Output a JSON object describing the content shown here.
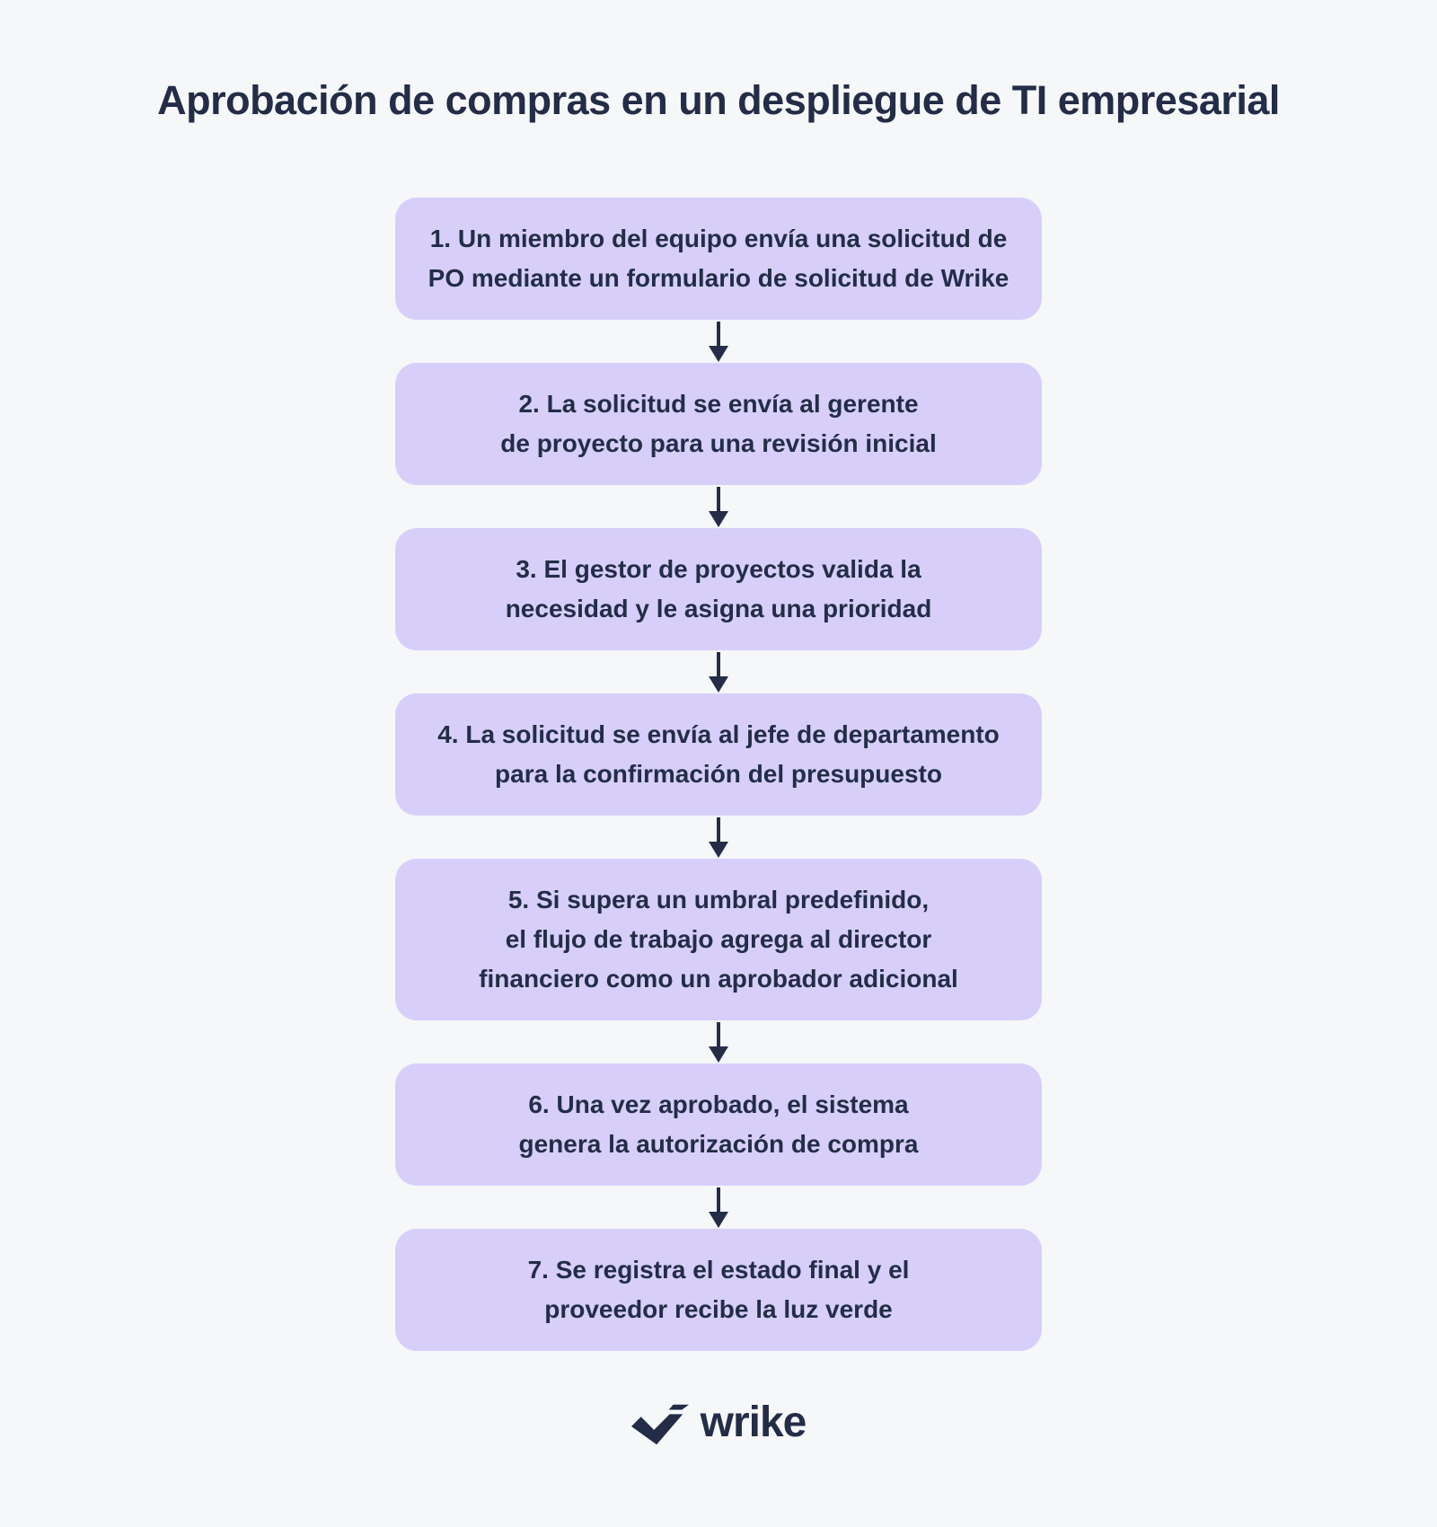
{
  "title": "Aprobación de compras en un despliegue de TI empresarial",
  "steps": [
    {
      "lines": [
        "1. Un miembro del equipo envía una solicitud de",
        "PO mediante un formulario de solicitud de Wrike"
      ]
    },
    {
      "lines": [
        "2. La solicitud se envía al gerente",
        "de proyecto para una revisión inicial"
      ]
    },
    {
      "lines": [
        "3. El gestor de proyectos valida la",
        "necesidad y le asigna una prioridad"
      ]
    },
    {
      "lines": [
        "4. La solicitud se envía al jefe de departamento",
        "para la confirmación del presupuesto"
      ]
    },
    {
      "lines": [
        "5. Si supera un umbral predefinido,",
        "el flujo de trabajo agrega al director",
        "financiero como un aprobador adicional"
      ]
    },
    {
      "lines": [
        "6. Una vez aprobado, el sistema",
        "genera la autorización de compra"
      ]
    },
    {
      "lines": [
        "7. Se registra el estado final y el",
        "proveedor recibe la luz verde"
      ]
    }
  ],
  "brand": {
    "logo_text": "wrike"
  },
  "colors": {
    "bg": "#f6f7f9",
    "box": "#d7cffa",
    "ink": "#232d47"
  }
}
